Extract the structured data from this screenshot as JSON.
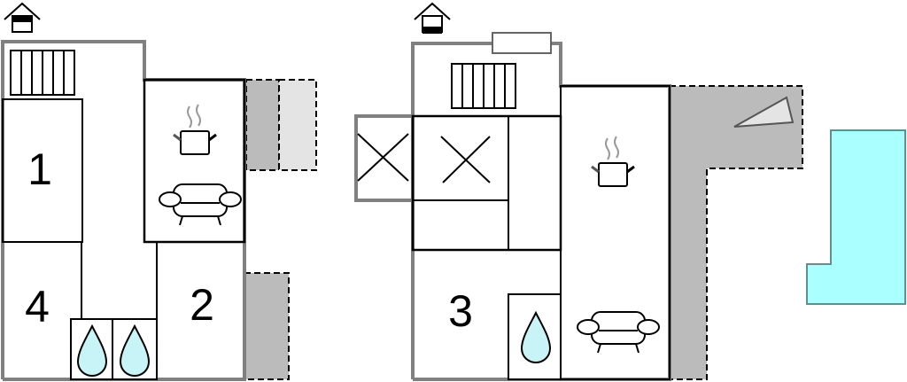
{
  "plans": [
    {
      "name": "floor-left",
      "rooms": [
        {
          "label": "1"
        },
        {
          "label": "4"
        },
        {
          "label": "2"
        }
      ]
    },
    {
      "name": "floor-right",
      "rooms": [
        {
          "label": "3"
        }
      ]
    }
  ],
  "colors": {
    "outer_wall": "#808080",
    "inner_wall": "#000000",
    "terrace": "#bbbbbb",
    "terrace_light": "#e4e4e4",
    "water": "#c8f4f8",
    "pool": "#aaffff",
    "pool_stroke": "#5f8f8f"
  },
  "icons": [
    "house-entrance-icon",
    "stairs-icon",
    "cooking-pot-icon",
    "sofa-icon",
    "water-drop-icon",
    "window-icon",
    "sun-lounger-icon",
    "pool"
  ]
}
